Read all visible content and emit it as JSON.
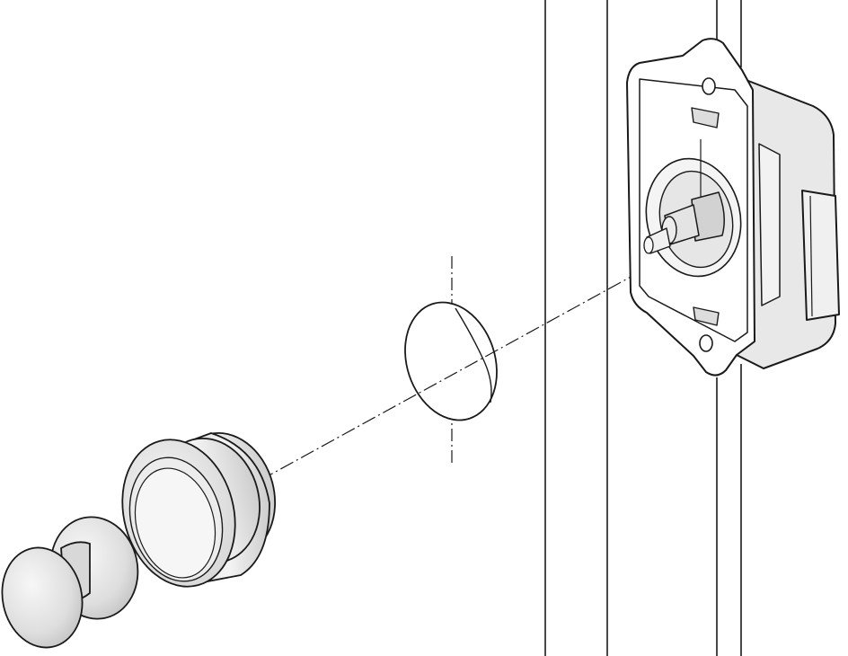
{
  "diagram": {
    "colors": {
      "background": "#ffffff",
      "line": "#1a1a1a",
      "metal_light": "#f2f2f2",
      "metal_mid": "#dcdcdc",
      "metal_dark": "#bdbdbd"
    },
    "parts": [
      "push-button-knob",
      "push-button-sleeve",
      "drilled-hole",
      "push-latch-body",
      "cabinet-panel-edges"
    ]
  }
}
